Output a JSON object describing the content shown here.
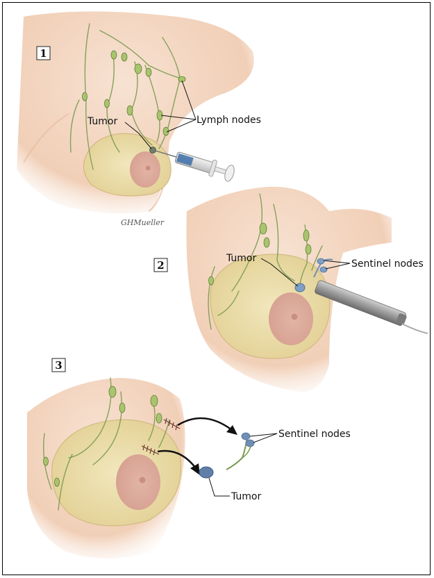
{
  "panels": [
    {
      "step": "1",
      "labels": {
        "tumor": "Tumor",
        "lymph_nodes": "Lymph nodes"
      }
    },
    {
      "step": "2",
      "labels": {
        "tumor": "Tumor",
        "sentinel_nodes": "Sentinel nodes"
      }
    },
    {
      "step": "3",
      "labels": {
        "tumor": "Tumor",
        "sentinel_nodes": "Sentinel nodes"
      }
    }
  ],
  "signature": "GHMueller",
  "colors": {
    "skin": "#f3d7c2",
    "skin_shadow": "#e8b899",
    "breast_tissue": "#efe5b5",
    "lymph_vessel": "#7a9a4e",
    "lymph_node": "#a9c46e",
    "sentinel_node": "#6f8fb4",
    "tumor": "#5f7fa8",
    "probe": "#9a9a9a"
  }
}
